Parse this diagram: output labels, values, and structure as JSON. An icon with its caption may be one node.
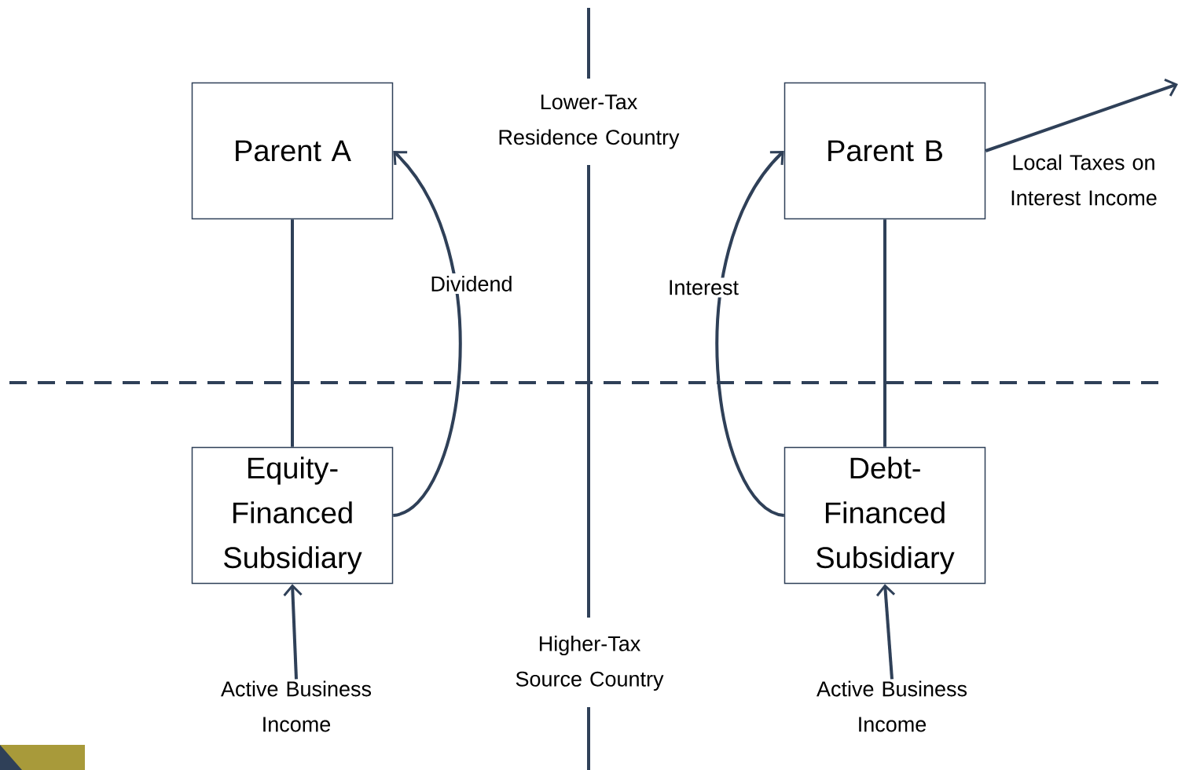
{
  "diagram": {
    "nodes": [
      {
        "text": [
          "Parent A"
        ]
      },
      {
        "text": [
          "Parent B"
        ]
      },
      {
        "text": [
          "Equity-Financed Subsidiary"
        ]
      },
      {
        "text": [
          "Debt-Financed Subsidiary"
        ]
      },
      {
        "text": [
          "Active Business Income"
        ]
      },
      {
        "text": [
          "Active Business Income"
        ]
      }
    ],
    "edges": [
      {
        "from": 2,
        "to": 0,
        "arrow": "none"
      },
      {
        "from": 3,
        "to": 1,
        "arrow": "none"
      },
      {
        "from": 2,
        "to": 0,
        "arrow": "to",
        "label": "Dividend"
      },
      {
        "from": 3,
        "to": 1,
        "arrow": "to",
        "label": "Interest"
      },
      {
        "from": 4,
        "to": 2,
        "arrow": "to"
      },
      {
        "from": 5,
        "to": 3,
        "arrow": "to"
      },
      {
        "from": 1,
        "to": null,
        "arrow": "to",
        "label": "Local Taxes on Interest Income"
      }
    ],
    "labels": [
      "Lower-Tax Residence Country",
      "Higher-Tax Source Country"
    ]
  }
}
